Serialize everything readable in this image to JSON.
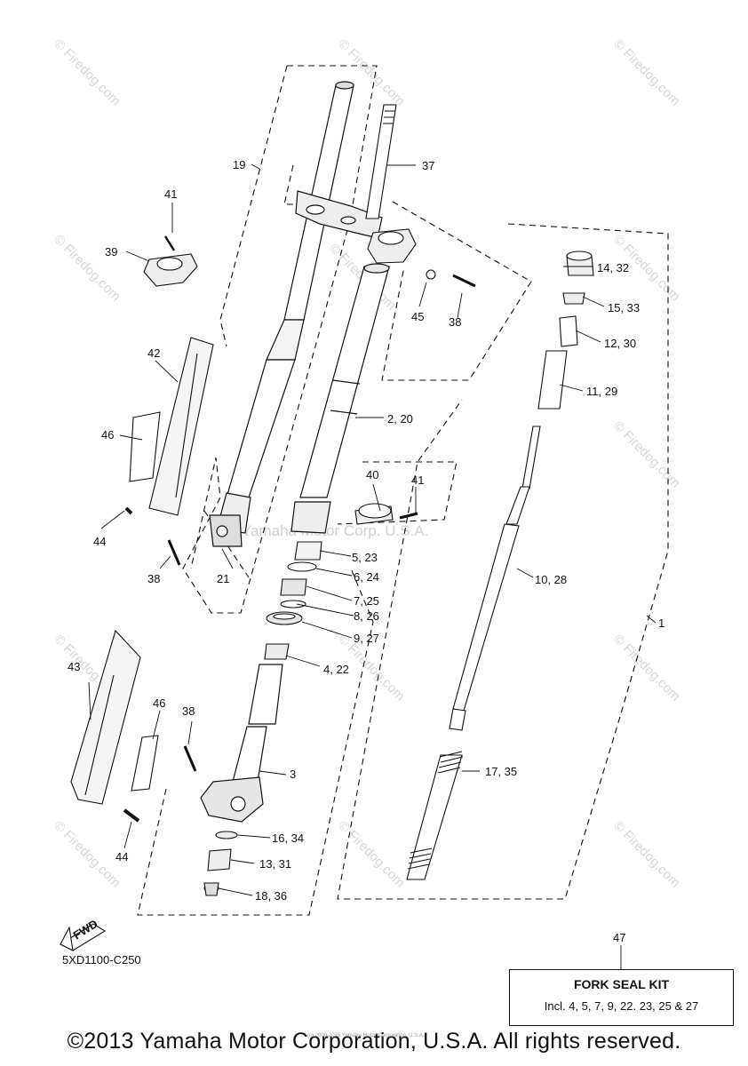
{
  "watermark": {
    "text": "© Firedog.com",
    "center_text": "© Yamaha Motor Corp. U.S.A."
  },
  "callouts": {
    "c1": "1",
    "c2_20": "2, 20",
    "c3": "3",
    "c4_22": "4, 22",
    "c5_23": "5, 23",
    "c6_24": "6, 24",
    "c7_25": "7, 25",
    "c8_26": "8, 26",
    "c9_27": "9, 27",
    "c10_28": "10, 28",
    "c11_29": "11, 29",
    "c12_30": "12, 30",
    "c13_31": "13, 31",
    "c14_32": "14, 32",
    "c15_33": "15, 33",
    "c16_34": "16, 34",
    "c17_35": "17, 35",
    "c18_36": "18, 36",
    "c19": "19",
    "c21": "21",
    "c37": "37",
    "c38a": "38",
    "c38b": "38",
    "c38c": "38",
    "c39": "39",
    "c40": "40",
    "c41a": "41",
    "c41b": "41",
    "c42": "42",
    "c43": "43",
    "c44a": "44",
    "c44b": "44",
    "c45": "45",
    "c46a": "46",
    "c46b": "46",
    "c47": "47"
  },
  "fwd_label": "FWD",
  "diagram_code": "5XD1100-C250",
  "kit": {
    "title": "FORK SEAL KIT",
    "description": "Incl. 4, 5, 7, 9, 22. 23, 25 & 27"
  },
  "tiny_footer": "(c) 2000-2015 Yamaha Motor Corporation, U.S.A.",
  "footer": "©2013 Yamaha Motor Corporation, U.S.A. All rights reserved.",
  "colors": {
    "line": "#111111",
    "watermark": "#d6d6d6",
    "background": "#ffffff"
  }
}
